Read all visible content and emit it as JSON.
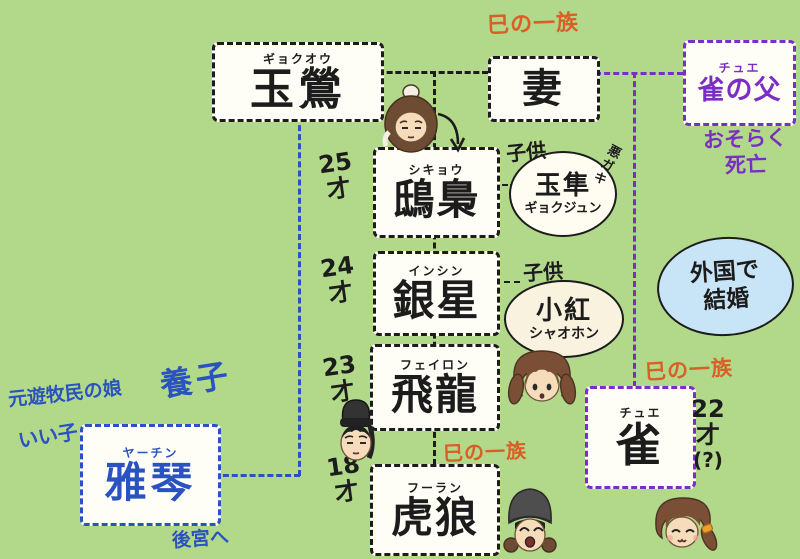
{
  "annotations": {
    "clan_family": "巳の一族",
    "marriage_bubble_lines": [
      "外国で",
      "結婚"
    ],
    "origin": "元遊牧民の娘",
    "adopted": "養子",
    "good_child": "いい子",
    "to_harem": "後宮へ"
  },
  "nodes": {
    "gyokuou": {
      "furigana": "ギョクオウ",
      "name": "玉鶯"
    },
    "wife": {
      "name": "妻"
    },
    "chue_father": {
      "furigana": "チュエ",
      "name": "雀の父",
      "note_lines": [
        "おそらく",
        "死亡"
      ]
    },
    "shikyou": {
      "furigana": "シキョウ",
      "name": "鴟梟",
      "age_lines": [
        "25",
        "才"
      ]
    },
    "ginsei": {
      "furigana": "インシン",
      "name": "銀星",
      "age_lines": [
        "24",
        "才"
      ]
    },
    "feilong": {
      "furigana": "フェイロン",
      "name": "飛龍",
      "age_lines": [
        "23",
        "才"
      ]
    },
    "fuulang": {
      "furigana": "フーラン",
      "name": "虎狼",
      "age_lines": [
        "18",
        "才"
      ]
    },
    "chue": {
      "furigana": "チュエ",
      "name": "雀",
      "age_lines": [
        "22",
        "才",
        "(?)"
      ]
    },
    "yaachin": {
      "furigana": "ヤーチン",
      "name": "雅琴"
    }
  },
  "children_bubbles": {
    "gyokujun": {
      "label": "子供",
      "name": "玉隼",
      "reading": "ギョクジュン",
      "tag": "悪ガキ"
    },
    "shaohon": {
      "label": "子供",
      "name": "小紅",
      "reading": "シャオホン"
    }
  },
  "colors": {
    "background": "#b2d88a",
    "ink": "#1c1c1c",
    "clan_orange": "#d95f26",
    "purple": "#7b2fc2",
    "blue": "#2a52c0",
    "bubble_blue": "#c7e5f7",
    "bubble_cream": "#f8f2df",
    "bubble_white": "#fffdf2"
  }
}
